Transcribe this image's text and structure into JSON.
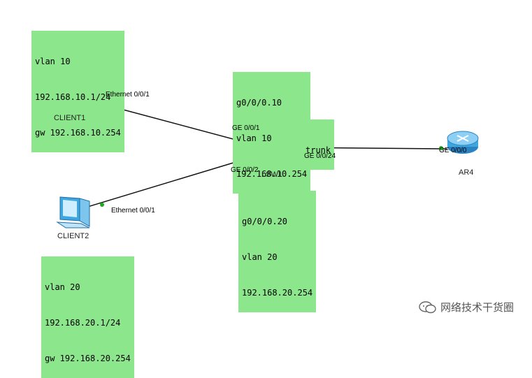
{
  "notes": {
    "client1": [
      "vlan 10",
      "192.168.10.1/24",
      "gw 192.168.10.254"
    ],
    "sub10": [
      "g0/0/0.10",
      "vlan 10",
      "192.168.10.254"
    ],
    "trunk": [
      "trunk"
    ],
    "sub20": [
      "g0/0/0.20",
      "vlan 20",
      "192.168.20.254"
    ],
    "client2": [
      "vlan 20",
      "192.168.20.1/24",
      "gw 192.168.20.254"
    ]
  },
  "devices": {
    "client1": "CLIENT1",
    "client2": "CLIENT2",
    "lsw1": "LSW1",
    "ar4": "AR4"
  },
  "ports": {
    "client1_eth": "Ethernet 0/0/1",
    "client2_eth": "Ethernet 0/0/1",
    "lsw_ge1": "GE 0/0/1",
    "lsw_ge2": "GE 0/0/2",
    "lsw_ge24": "GE 0/0/24",
    "ar4_ge0": "GE 0/0/0"
  },
  "watermark": "网络技术干货圈",
  "icons": {
    "client": "pc-icon",
    "switch": "switch-icon",
    "router": "router-icon",
    "watermark": "wechat-icon"
  },
  "colors": {
    "note_bg": "#8ce68c",
    "link_dot": "#22aa22",
    "device_blue": "#3fa7e0"
  }
}
